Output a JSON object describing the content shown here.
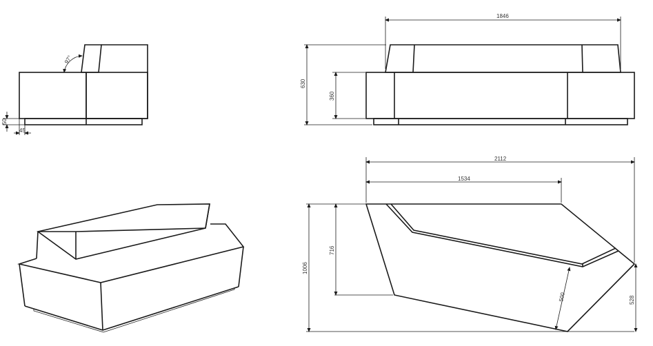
{
  "drawing": {
    "side_view": {
      "angle_label": "97°",
      "dim_base_height": "50",
      "dim_base_inset": "45"
    },
    "front_view": {
      "dim_top_width": "1846",
      "dim_total_height": "630",
      "dim_seat_height": "360"
    },
    "perspective_view": {
      "label": ""
    },
    "plan_view": {
      "dim_total_width": "2112",
      "dim_back_width": "1534",
      "dim_total_depth": "1006",
      "dim_left_depth": "716",
      "dim_right_depth": "528",
      "dim_seat_depth": "500"
    }
  },
  "colors": {
    "line": "#1a1a1a",
    "background": "#ffffff",
    "text": "#333333"
  }
}
